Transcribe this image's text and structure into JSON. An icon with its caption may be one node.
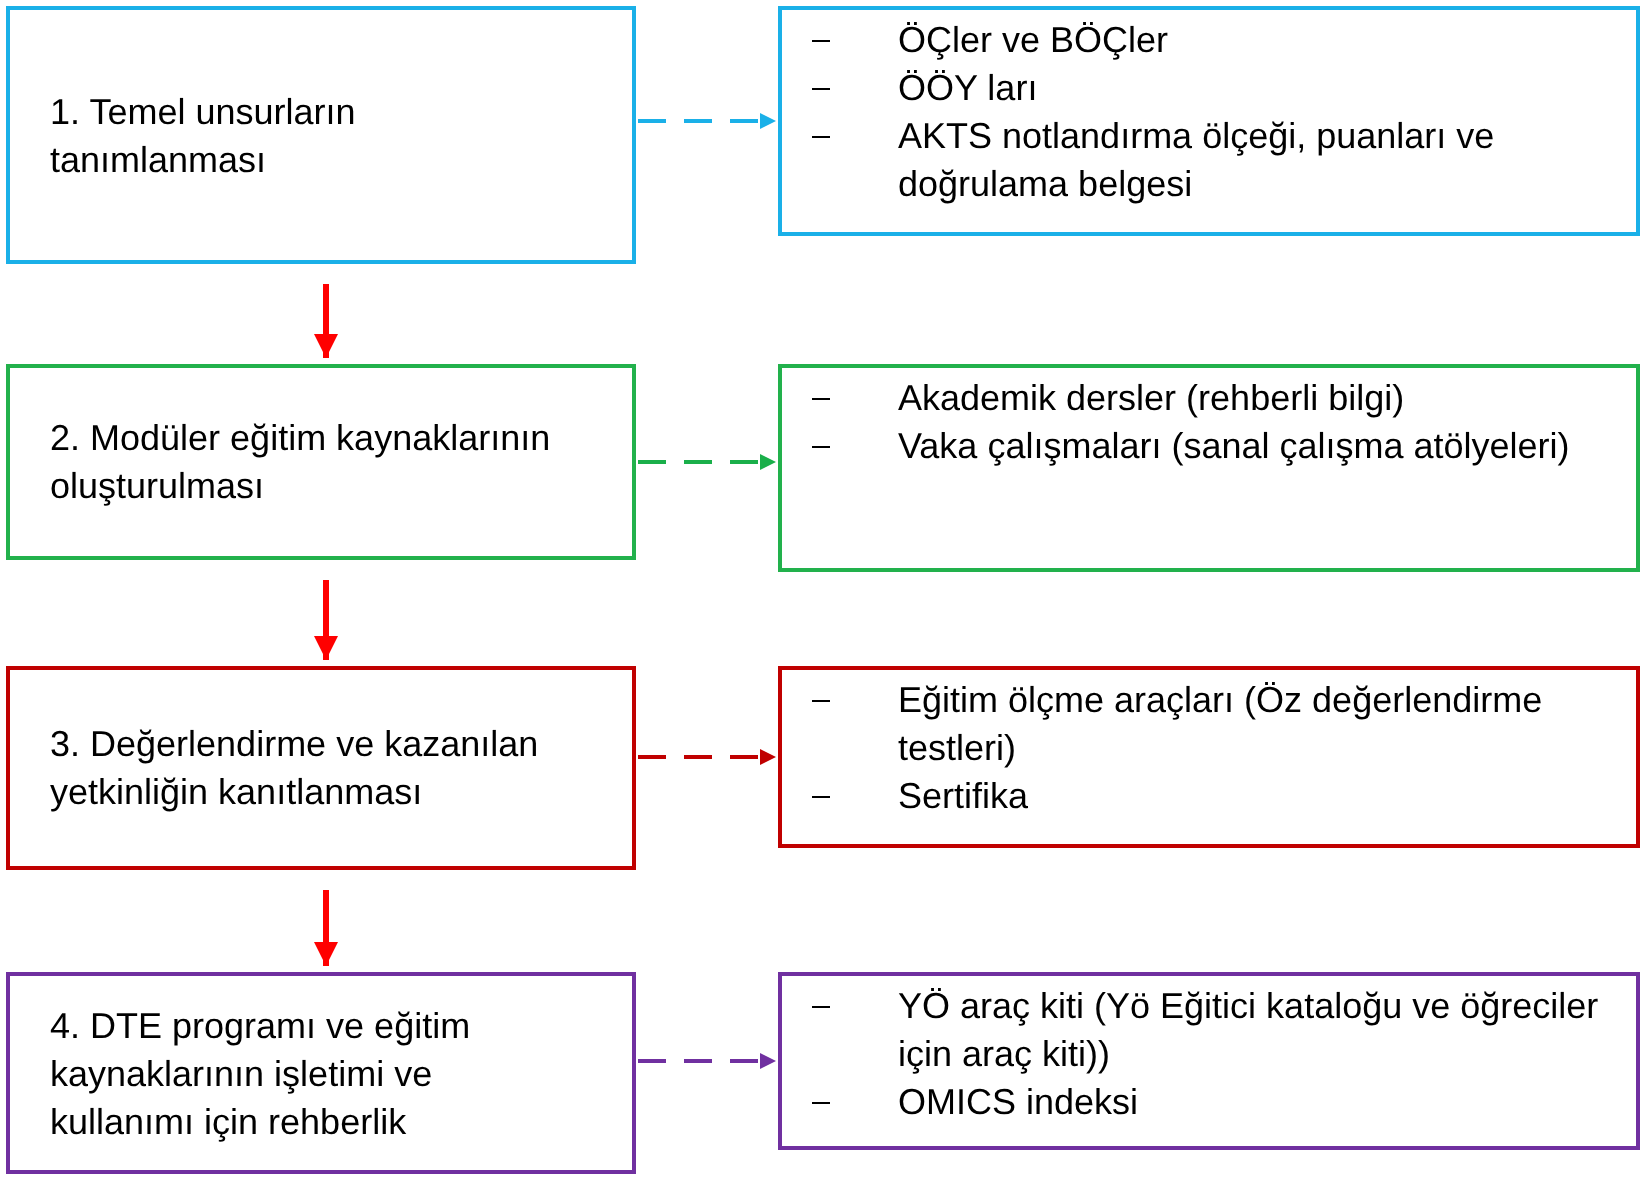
{
  "diagram": {
    "nodes": [
      {
        "text": [
          "1. Temel unsurların tanımlanması"
        ]
      },
      {
        "text": [
          "ÖÇler ve BÖÇler",
          "ÖÖY ları",
          "AKTS notlandırma ölçeği, puanları ve doğrulama belgesi"
        ]
      },
      {
        "text": [
          "2. Modüler eğitim kaynaklarının oluşturulması"
        ]
      },
      {
        "text": [
          "Akademik dersler (rehberli bilgi)",
          "Vaka çalışmaları (sanal çalışma atölyeleri)"
        ]
      },
      {
        "text": [
          "3. Değerlendirme ve kazanılan yetkinliğin kanıtlanması"
        ]
      },
      {
        "text": [
          "Eğitim ölçme araçları (Öz değerlendirme testleri)",
          "Sertifika"
        ]
      },
      {
        "text": [
          "4. DTE programı ve eğitim kaynaklarının işletimi ve kullanımı için rehberlik"
        ]
      },
      {
        "text": [
          "YÖ araç kiti (Yö Eğitici kataloğu ve öğreciler için araç kiti))",
          "OMICS indeksi"
        ]
      }
    ],
    "edges": [
      {
        "from": 0,
        "to": 1,
        "arrow": "to",
        "style": "dashed",
        "color": "#1ab0e8"
      },
      {
        "from": 0,
        "to": 2,
        "arrow": "to"
      },
      {
        "from": 2,
        "to": 3,
        "arrow": "to",
        "style": "dashed",
        "color": "#1aaf4a"
      },
      {
        "from": 2,
        "to": 4,
        "arrow": "to"
      },
      {
        "from": 4,
        "to": 5,
        "arrow": "to",
        "style": "dashed",
        "color": "#c00000"
      },
      {
        "from": 4,
        "to": 6,
        "arrow": "to"
      },
      {
        "from": 6,
        "to": 7,
        "arrow": "to",
        "style": "dashed",
        "color": "#7030a0"
      }
    ]
  }
}
